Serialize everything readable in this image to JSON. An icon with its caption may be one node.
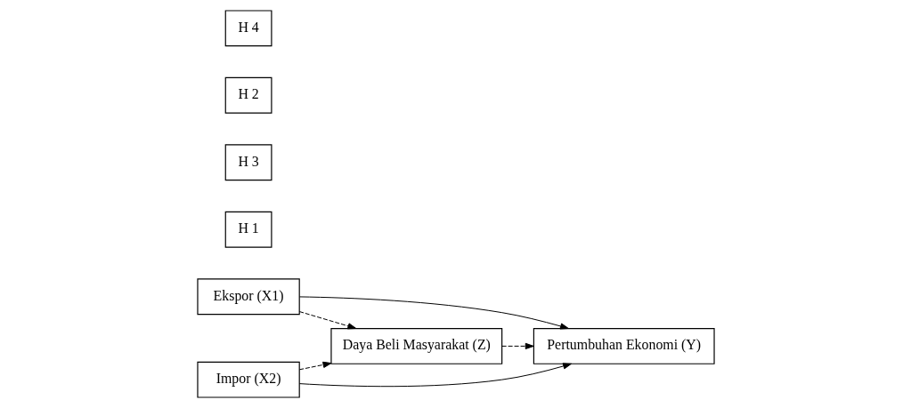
{
  "diagram": {
    "nodes": [
      {
        "text": [
          "Ekspor (X1)"
        ]
      },
      {
        "text": [
          "H 1"
        ]
      },
      {
        "text": [
          "H 3"
        ]
      },
      {
        "text": [
          "Daya Beli Masyarakat (Z)"
        ]
      },
      {
        "text": [
          "Pertumbuhan Ekonomi (Y)"
        ]
      },
      {
        "text": [
          "H 2"
        ]
      },
      {
        "text": [
          "Impor (X2)"
        ]
      },
      {
        "text": [
          "H 4"
        ]
      }
    ],
    "edges": [
      {
        "from": 0,
        "to": 4,
        "arrow": "to"
      },
      {
        "from": 0,
        "to": 3,
        "arrow": "to",
        "style": "dashed"
      },
      {
        "from": 3,
        "to": 4,
        "arrow": "to",
        "style": "dashed"
      },
      {
        "from": 6,
        "to": 3,
        "arrow": "to",
        "style": "dashed"
      },
      {
        "from": 6,
        "to": 4,
        "arrow": "to"
      }
    ]
  }
}
